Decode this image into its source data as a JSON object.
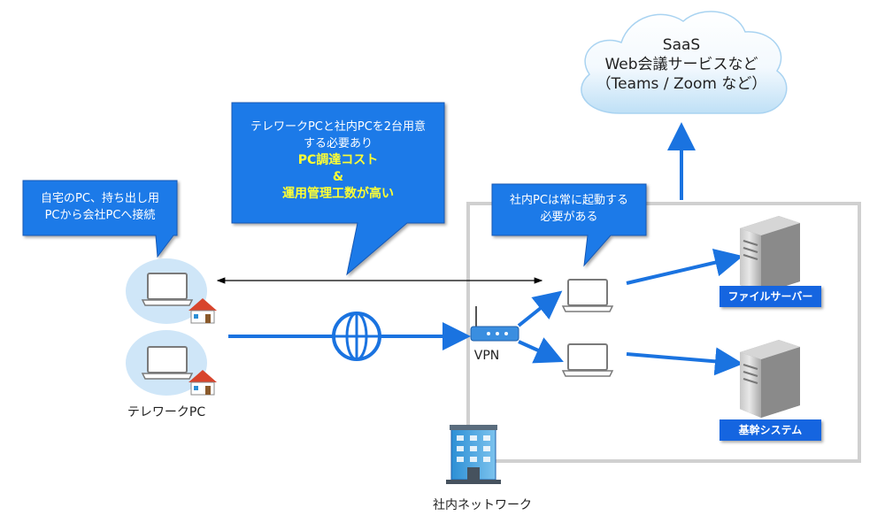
{
  "cloud": {
    "line1": "SaaS",
    "line2": "Web会議サービスなど",
    "line3": "（Teams / Zoom など）"
  },
  "callouts": {
    "cost": {
      "line1": "テレワークPCと社内PCを2台用意",
      "line2": "する必要あり",
      "highlight1": "PC調達コスト",
      "highlight2": "&",
      "highlight3": "運用管理工数が高い"
    },
    "home": {
      "line1": "自宅のPC、持ち出し用",
      "line2": "PCから会社PCへ接続"
    },
    "office_pc": {
      "line1": "社内PCは常に起動する",
      "line2": "必要がある"
    }
  },
  "labels": {
    "telework_pc": "テレワークPC",
    "vpn": "VPN",
    "corporate_network": "社内ネットワーク"
  },
  "servers": {
    "file_server": "ファイルサーバー",
    "core_system": "基幹システム"
  },
  "colors": {
    "callout_blue": "#1f7ae8",
    "arrow_blue": "#1a73e0",
    "highlight_yellow": "#ffff33",
    "network_border": "#d0d0d0",
    "halo": "#cfe6f8"
  },
  "icons": [
    "laptop-icon",
    "house-icon",
    "globe-icon",
    "router-icon",
    "server-icon",
    "building-icon",
    "cloud-icon"
  ]
}
